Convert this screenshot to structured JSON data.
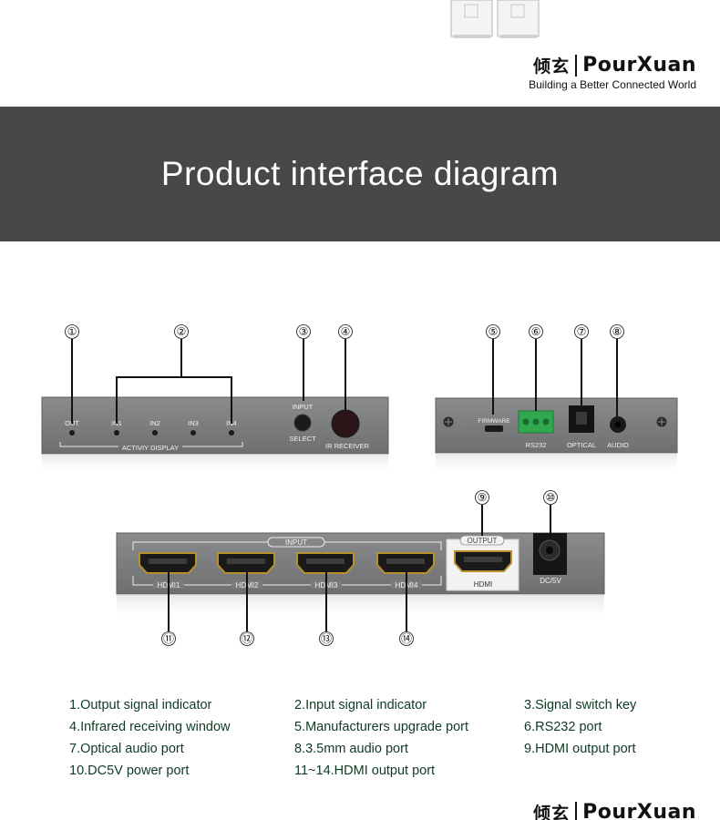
{
  "brand": {
    "chinese": "倾玄",
    "english": "PourXuan",
    "tagline": "Building a Better Connected World"
  },
  "banner": {
    "title": "Product interface diagram"
  },
  "front_panel": {
    "indicators": [
      "OUT",
      "IN1",
      "IN2",
      "IN3",
      "IN4"
    ],
    "activity_label": "ACTIVIY DISPLAY",
    "input_label": "INPUT",
    "select_label": "SELECT",
    "ir_label": "IR RECEIVER"
  },
  "rear_panel": {
    "firmware_label": "FIRMWARE",
    "rs232_label": "RS232",
    "optical_label": "OPTICAL",
    "audio_label": "AUDIO"
  },
  "hdmi_panel": {
    "input_group_label": "INPUT",
    "output_group_label": "OUTPUT",
    "ports": [
      "HDMI1",
      "HDMI2",
      "HDMI3",
      "HDMI4"
    ],
    "output_port": "HDMI",
    "power_label": "DC/5V"
  },
  "callouts": [
    "①",
    "②",
    "③",
    "④",
    "⑤",
    "⑥",
    "⑦",
    "⑧",
    "⑨",
    "⑩",
    "⑪",
    "⑫",
    "⑬",
    "⑭"
  ],
  "legend": [
    "1.Output signal indicator",
    "2.Input signal indicator",
    "3.Signal switch key",
    "4.Infrared receiving window",
    "5.Manufacturers upgrade port",
    "6.RS232 port",
    "7.Optical audio port",
    "8.3.5mm audio port",
    "9.HDMI output port",
    "10.DC5V power port",
    "11~14.HDMI output port"
  ],
  "colors": {
    "banner": "#484848",
    "panel": "#7d7e80",
    "legend_text": "#0e3a23",
    "terminal_green": "#2fa84f"
  }
}
